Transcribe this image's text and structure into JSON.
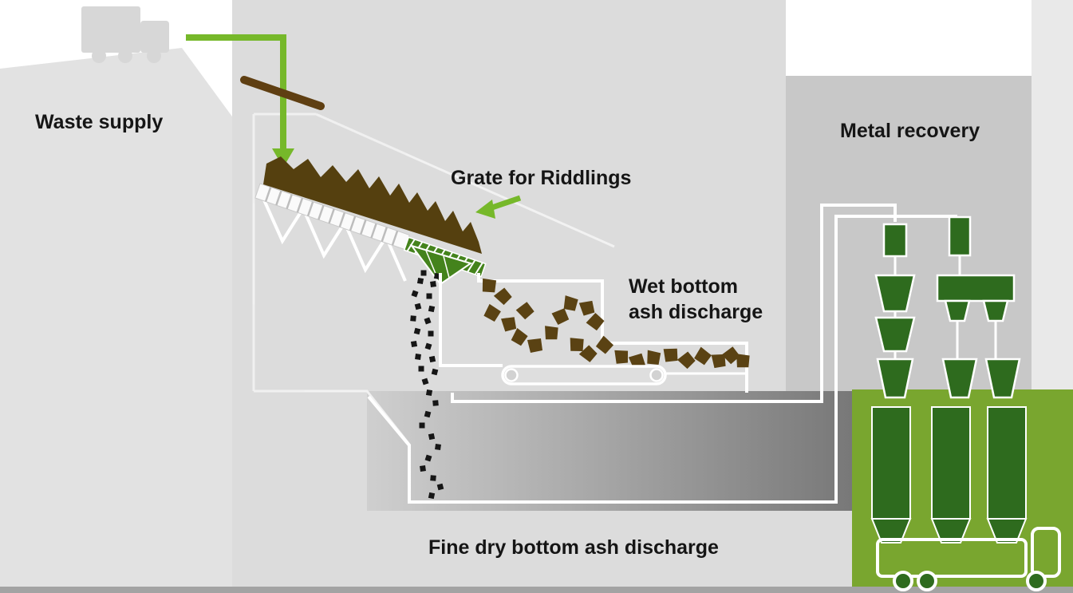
{
  "diagram": {
    "labels": {
      "waste_supply": "Waste supply",
      "grate_for_riddlings": "Grate for Riddlings",
      "wet_bottom_line1": "Wet bottom",
      "wet_bottom_line2": "ash discharge",
      "metal_recovery": "Metal recovery",
      "fine_dry_bottom": "Fine dry bottom ash discharge"
    },
    "colors": {
      "accent_green": "#76b82a",
      "grate_green": "#44831c",
      "equipment_green": "#2e6b1e",
      "panel_green": "#79a62f",
      "waste_brown": "#55400f",
      "ash_chunk_brown": "#5a4213",
      "chute_brown": "#5f3f12",
      "panel_gray": "#c8c8c8",
      "background_gray": "#dcdcdc",
      "label_text": "#151515"
    },
    "icons": {
      "waste_truck_icon": "truck-silhouette",
      "ash_truck_icon": "truck-outline",
      "feed_arrow_icon": "arrow-down",
      "riddlings_arrow_icon": "arrow-down-left"
    }
  }
}
